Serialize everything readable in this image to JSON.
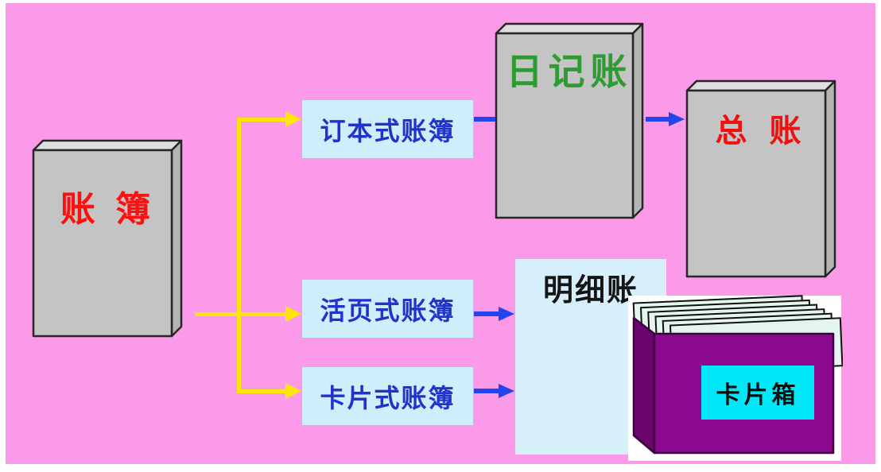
{
  "diagram": {
    "description_type": "flow-diagram",
    "nodes": {
      "root_book": {
        "label": "账 簿"
      },
      "branches": [
        {
          "label": "订本式账簿"
        },
        {
          "label": "活页式账簿"
        },
        {
          "label": "卡片式账簿"
        }
      ],
      "journal_book": {
        "label": "日记账"
      },
      "general_ledger_book": {
        "label": "总 账"
      },
      "subsidiary_ledger": {
        "label": "明细账"
      },
      "card_box": {
        "label": "卡片箱"
      }
    }
  },
  "colors": {
    "background": "#fa9ae9",
    "border": "#ffffff",
    "connector_yellow": "#ffe608",
    "connector_blue": "#2545ec",
    "branch_box_bg": "#cdeefa",
    "subsidiary_box_bg": "#d7effa",
    "branch_text": "#2232cc",
    "subsidiary_text": "#151515",
    "root_book_text": "#ff1010",
    "journal_text": "#2f9b33",
    "general_ledger_text": "#ee1111",
    "book_front": "#c4c4c4",
    "book_top": "#dedede",
    "book_side": "#b4b4b4",
    "card_box_front": "#8b098f",
    "card_box_side": "#6d0570",
    "card_fill": "#e4f5f0",
    "card_box_label_bg": "#00e7f7",
    "card_box_text": "#0b0b0b"
  }
}
